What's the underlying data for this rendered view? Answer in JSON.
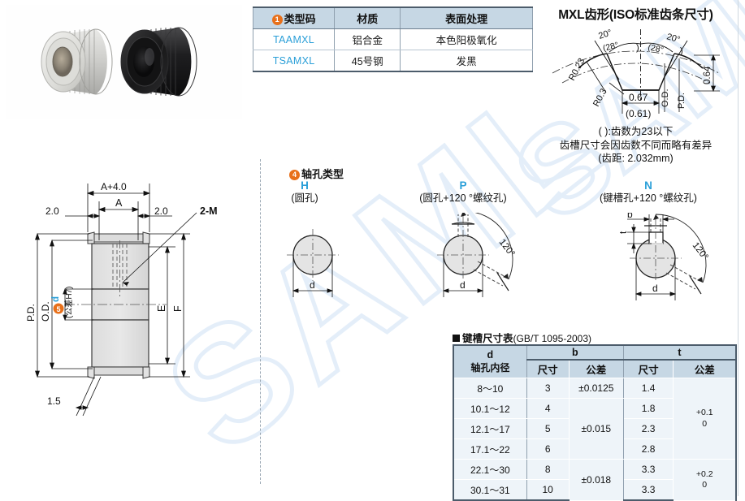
{
  "material_table": {
    "headers": [
      "类型码",
      "材质",
      "表面处理"
    ],
    "header_badge": "1",
    "rows": [
      {
        "code": "TAAMXL",
        "material": "铝合金",
        "finish": "本色阳极氧化"
      },
      {
        "code": "TSAMXL",
        "material": "45号钢",
        "finish": "发黑"
      }
    ]
  },
  "mxl_profile": {
    "title": "MXL齿形(ISO标准齿条尺寸)",
    "angles": {
      "left_main": "20°",
      "right_main": "20°",
      "left_paren": "(28°",
      "right_paren": "(28°",
      "close_l": ")",
      "close_r": ")"
    },
    "dims": {
      "radius_outer": "R0.23",
      "radius_root": "R0.3",
      "width_main": "0.67",
      "width_alt": "(0.61)",
      "od_label": "O.D.",
      "pd_label": "P.D.",
      "height": "0.64"
    },
    "notes": [
      "( ):齿数为23以下",
      "齿槽尺寸会因齿数不同而略有差异",
      "(齿距: 2.032mm)"
    ]
  },
  "cross_section": {
    "dim_a_plus": "A+4.0",
    "dim_a": "A",
    "dim_left": "2.0",
    "dim_right": "2.0",
    "callout_2m": "2-M",
    "dim_pd": "P.D.",
    "dim_od": "O.D.",
    "dim_d": "d",
    "dim_d_badge": "5",
    "dim_d_tol": "(公差H7)",
    "dim_e": "E",
    "dim_f": "F",
    "dim_chamfer": "1.5"
  },
  "bore_types": {
    "section_title": "轴孔类型",
    "section_badge": "4",
    "items": [
      {
        "letter": "H",
        "desc": "(圆孔)",
        "dim_d": "d"
      },
      {
        "letter": "P",
        "desc": "(圆孔+120 °螺纹孔)",
        "dim_d": "d",
        "angle": "120°"
      },
      {
        "letter": "N",
        "desc": "(键槽孔+120 °螺纹孔)",
        "dim_d": "d",
        "dim_b": "b",
        "dim_t": "t",
        "angle": "120°"
      }
    ]
  },
  "keyway_table": {
    "title": "键槽尺寸表",
    "standard": "(GB/T 1095-2003)",
    "group_headers": [
      "d",
      "b",
      "t"
    ],
    "sub_headers": [
      "轴孔内径",
      "尺寸",
      "公差",
      "尺寸",
      "公差"
    ],
    "rows": [
      {
        "d": "8～10",
        "b_size": "3",
        "t_size": "1.4"
      },
      {
        "d": "10.1～12",
        "b_size": "4",
        "t_size": "1.8"
      },
      {
        "d": "12.1～17",
        "b_size": "5",
        "t_size": "2.3"
      },
      {
        "d": "17.1～22",
        "b_size": "6",
        "t_size": "2.8"
      },
      {
        "d": "22.1～30",
        "b_size": "8",
        "t_size": "3.3"
      },
      {
        "d": "30.1～31",
        "b_size": "10",
        "t_size": "3.3"
      }
    ],
    "b_tolerances": [
      {
        "value": "±0.0125",
        "rowspan": 1
      },
      {
        "value": "±0.015",
        "rowspan": 3
      },
      {
        "value": "±0.018",
        "rowspan": 2
      }
    ],
    "t_tolerances": [
      {
        "upper": "+0.1",
        "lower": "0",
        "rowspan": 4
      },
      {
        "upper": "+0.2",
        "lower": "0",
        "rowspan": 2
      }
    ]
  },
  "watermark": {
    "text": "SAML",
    "text2": "SAML"
  },
  "colors": {
    "header_blue": "#c6d7e4",
    "code_blue": "#2a9fd8",
    "badge_orange": "#e8701a",
    "row_tint": "#eef4f9",
    "line_dark": "#4c5c6b"
  }
}
